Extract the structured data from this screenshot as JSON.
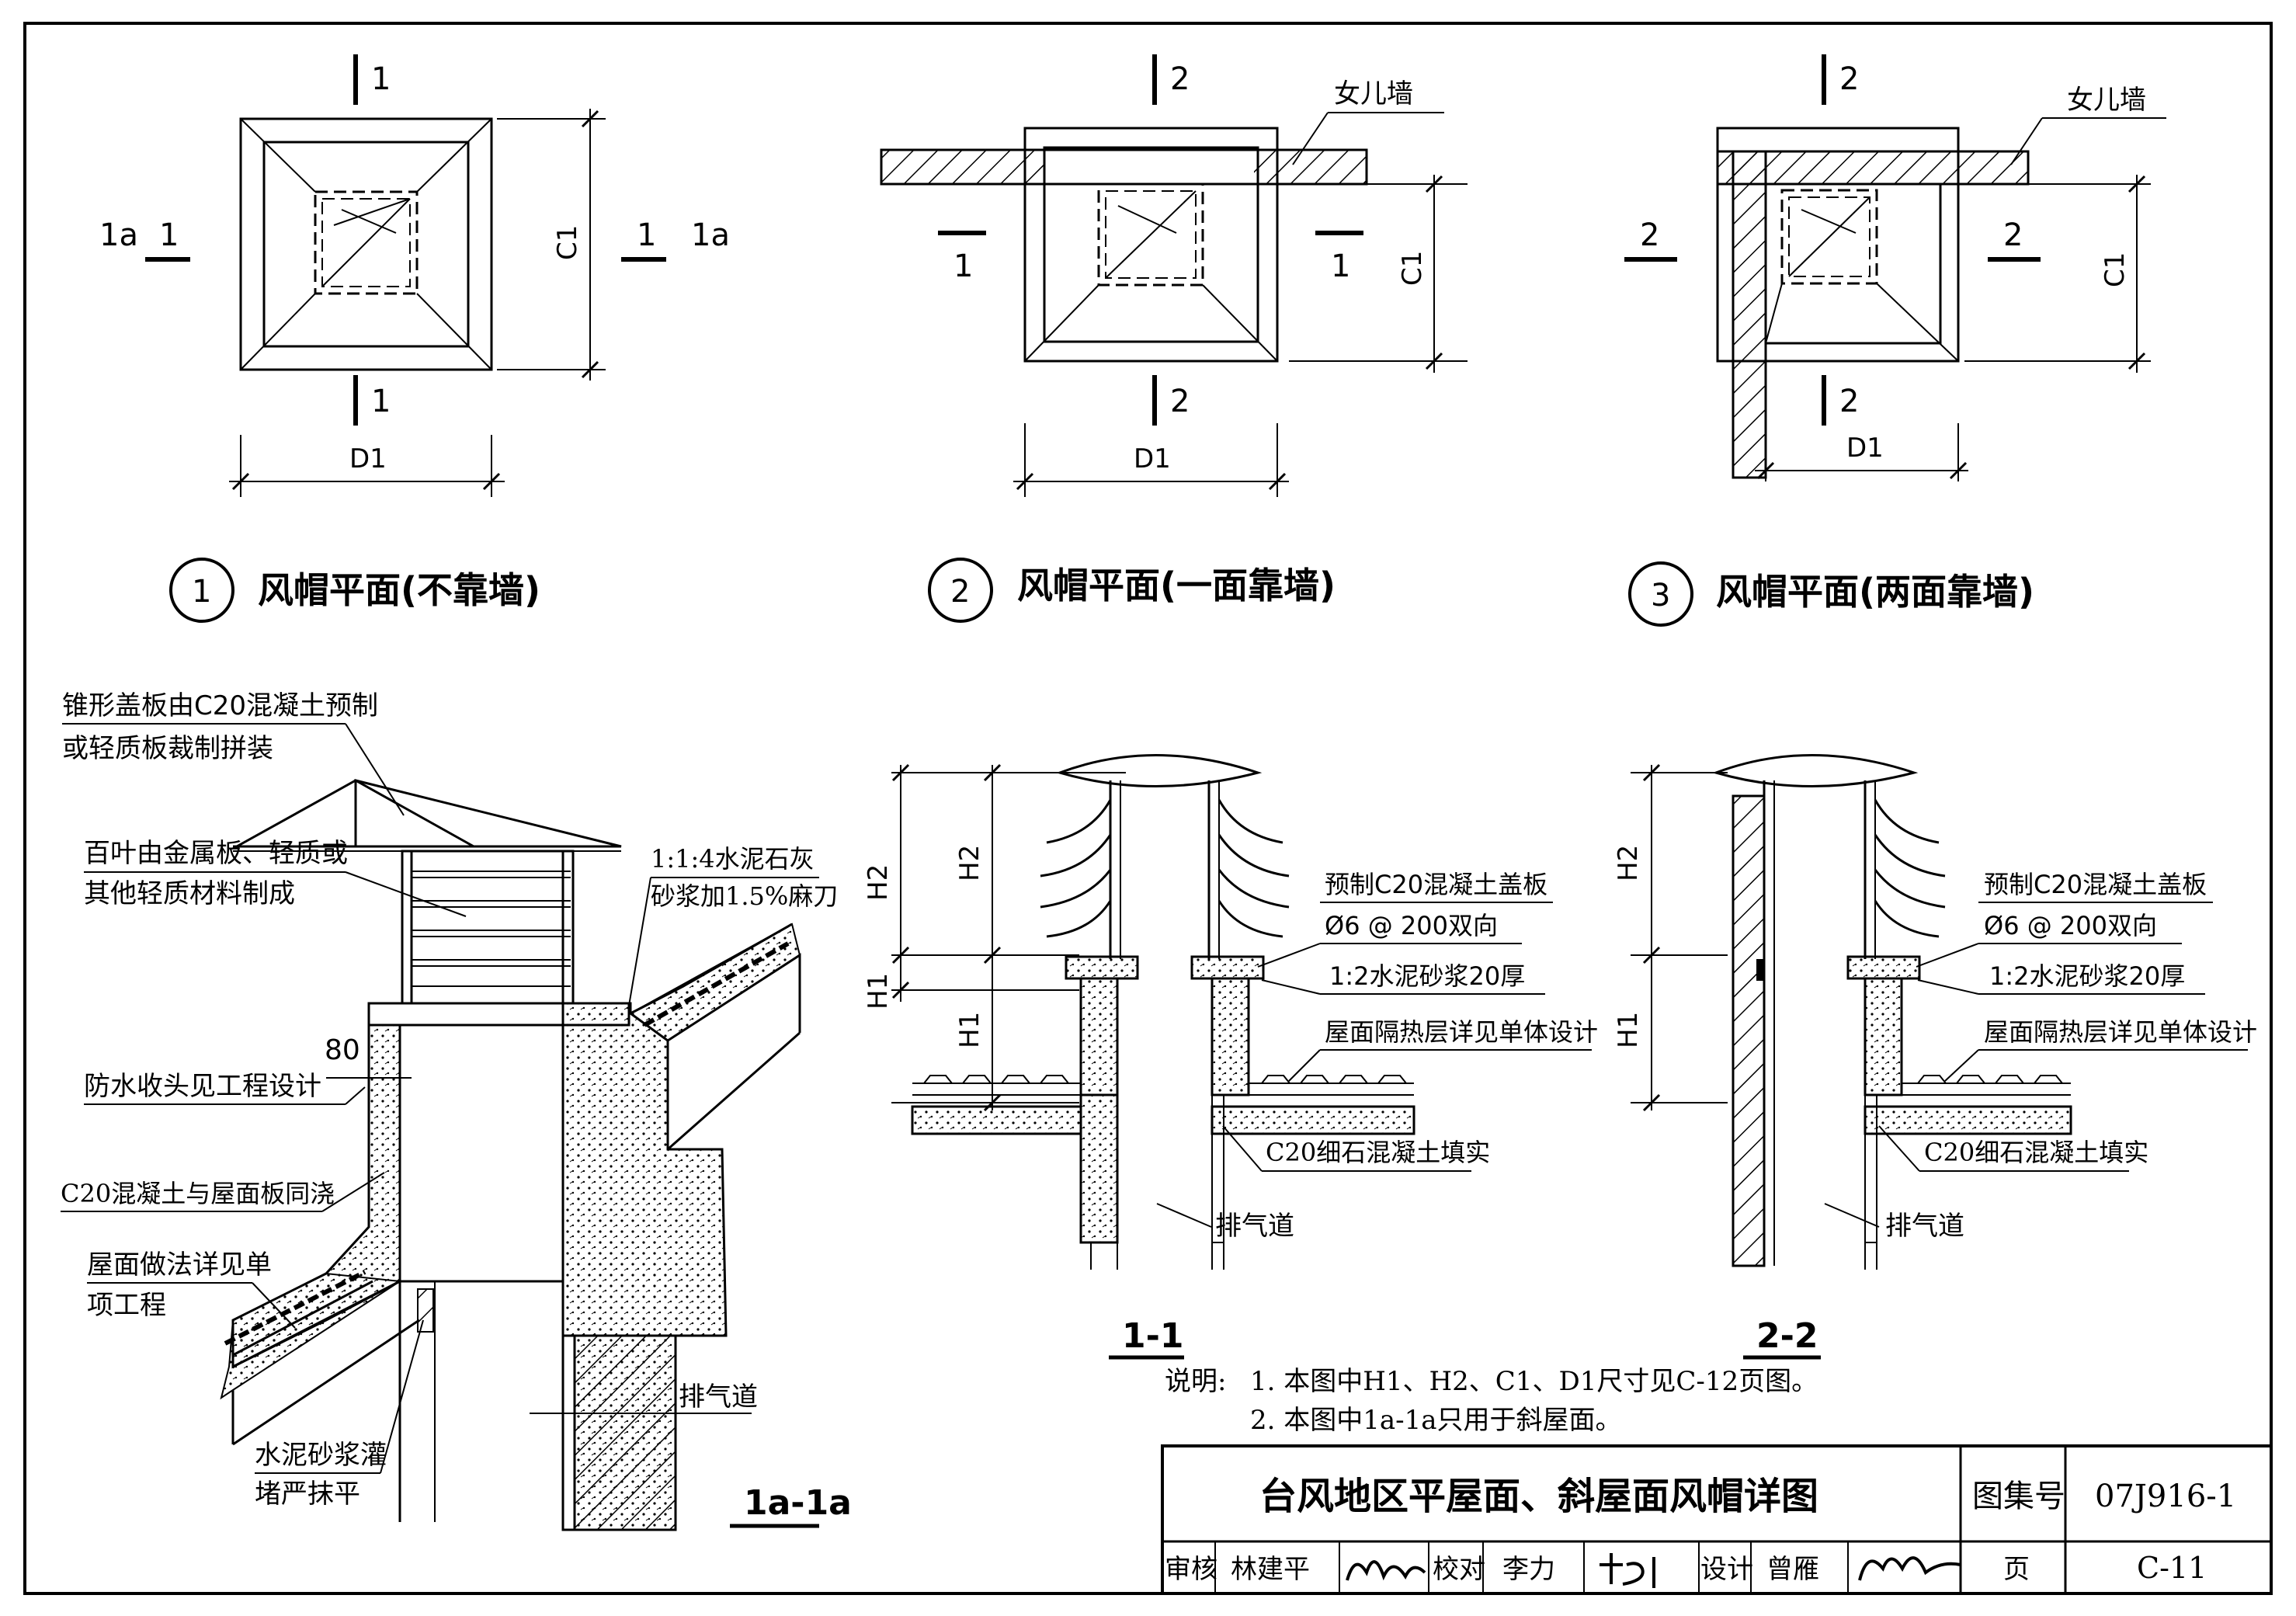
{
  "views": {
    "plan1": {
      "circle_number": "1",
      "title": "风帽平面(不靠墙)",
      "cut_top": "1",
      "cut_bottom": "1",
      "cut_left_pre": "1a",
      "cut_left": "1",
      "cut_right": "1",
      "cut_right_post": "1a",
      "dim_c": "C1",
      "dim_d": "D1"
    },
    "plan2": {
      "circle_number": "2",
      "title": "风帽平面(一面靠墙)",
      "cut_top": "2",
      "cut_bottom": "2",
      "cut_left": "1",
      "cut_right": "1",
      "dim_c": "C1",
      "dim_d": "D1",
      "wall_label": "女儿墙"
    },
    "plan3": {
      "circle_number": "3",
      "title": "风帽平面(两面靠墙)",
      "cut_top": "2",
      "cut_bottom": "2",
      "cut_left": "2",
      "cut_right": "2",
      "dim_c": "C1",
      "dim_d": "D1",
      "wall_label": "女儿墙"
    }
  },
  "section_1a": {
    "title": "1a-1a",
    "callouts": {
      "cone_cover": [
        "锥形盖板由C20混凝土预制",
        "或轻质板裁制拼装"
      ],
      "louver": [
        "百叶由金属板、轻质或",
        "其他轻质材料制成"
      ],
      "mortar_top": [
        "1:1:4水泥石灰",
        "砂浆加1.5%麻刀"
      ],
      "dim_80": "80",
      "waterproof": "防水收头见工程设计",
      "c20_cast": "C20混凝土与屋面板同浇",
      "roof_practice": [
        "屋面做法详见单",
        "项工程"
      ],
      "exhaust": "排气道",
      "mortar_fill": [
        "水泥砂浆灌",
        "堵严抹平"
      ]
    }
  },
  "section_1_1": {
    "title": "1-1",
    "dim_h2": "H2",
    "dim_h1": "H1",
    "callouts": {
      "slab": "预制C20混凝土盖板",
      "rebar": "Ø6 @ 200双向",
      "mortar": "1:2水泥砂浆20厚",
      "insulation": "屋面隔热层详见单体设计",
      "fill": "C20细石混凝土填实",
      "exhaust": "排气道"
    }
  },
  "section_2_2": {
    "title": "2-2",
    "dim_h2": "H2",
    "dim_h1": "H1",
    "callouts": {
      "slab": "预制C20混凝土盖板",
      "rebar": "Ø6 @ 200双向",
      "mortar": "1:2水泥砂浆20厚",
      "insulation": "屋面隔热层详见单体设计",
      "fill": "C20细石混凝土填实",
      "exhaust": "排气道"
    }
  },
  "notes": {
    "label": "说明:",
    "items": [
      "1. 本图中H1、H2、C1、D1尺寸见C-12页图。",
      "2. 本图中1a-1a只用于斜屋面。"
    ]
  },
  "title_block": {
    "drawing_title": "台风地区平屋面、斜屋面风帽详图",
    "atlas_label": "图集号",
    "atlas_number": "07J916-1",
    "review_label": "审核",
    "reviewer": "林建平",
    "check_label": "校对",
    "checker": "李力",
    "design_label": "设计",
    "designer": "曾雁",
    "page_label": "页",
    "page_number": "C-11"
  }
}
